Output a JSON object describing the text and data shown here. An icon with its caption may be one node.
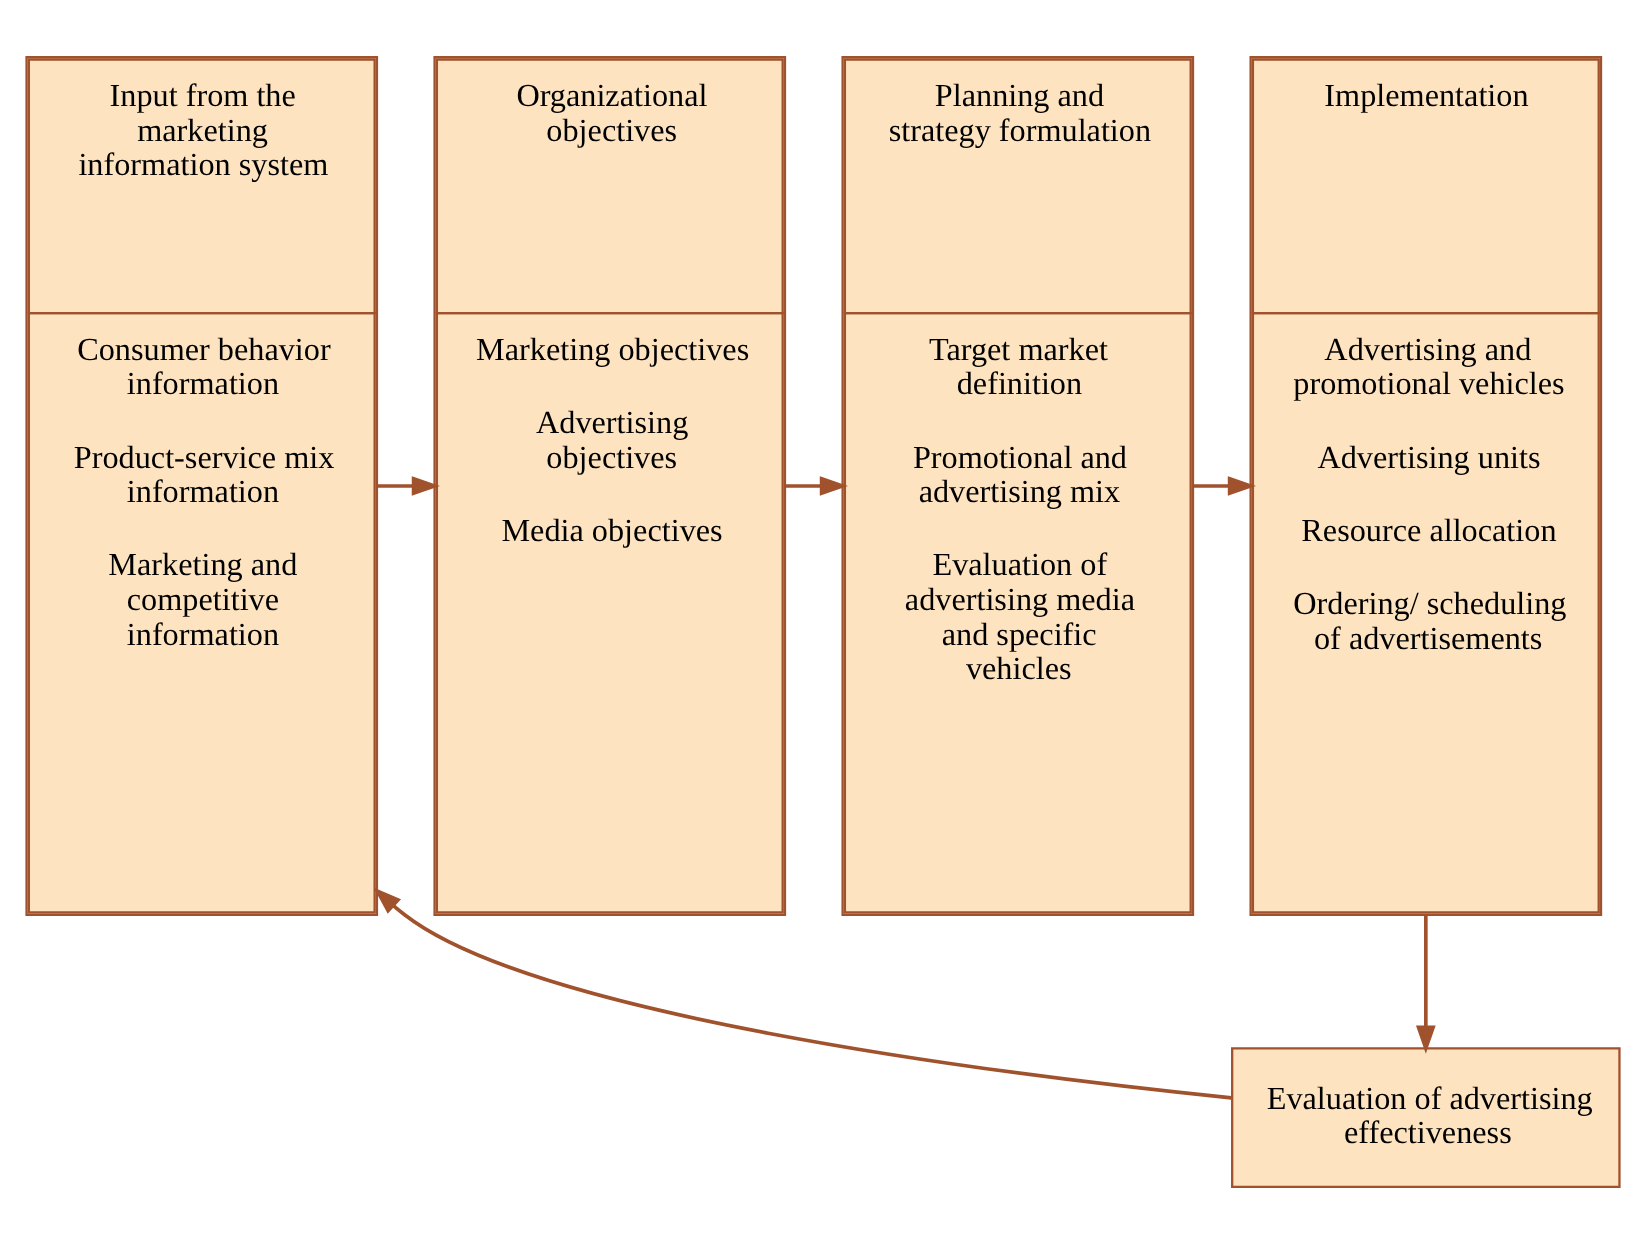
{
  "diagram": {
    "nodes": [
      {
        "text": [
          "Input from the marketing information system",
          "Consumer behavior information",
          "Product-service mix information",
          "Marketing and competitive information"
        ]
      },
      {
        "text": [
          "Organizational objectives",
          "Marketing objectives",
          "Advertising objectives",
          "Media objectives"
        ]
      },
      {
        "text": [
          "Planning and strategy formulation",
          "Target market definition",
          "Promotional and advertising mix",
          "Evaluation of advertising media and specific vehicles"
        ]
      },
      {
        "text": [
          "Implementation",
          "Advertising and promotional vehicles",
          "Advertising units",
          "Resource allocation",
          "Ordering/ scheduling of advertisements"
        ]
      },
      {
        "text": [
          "Evaluation of advertising effectiveness"
        ]
      }
    ],
    "edges": [
      {
        "from": 0,
        "to": 1,
        "arrow": "to"
      },
      {
        "from": 1,
        "to": 2,
        "arrow": "to"
      },
      {
        "from": 2,
        "to": 3,
        "arrow": "to"
      },
      {
        "from": 3,
        "to": 4,
        "arrow": "to"
      },
      {
        "from": 4,
        "to": 0,
        "arrow": "to"
      }
    ]
  }
}
